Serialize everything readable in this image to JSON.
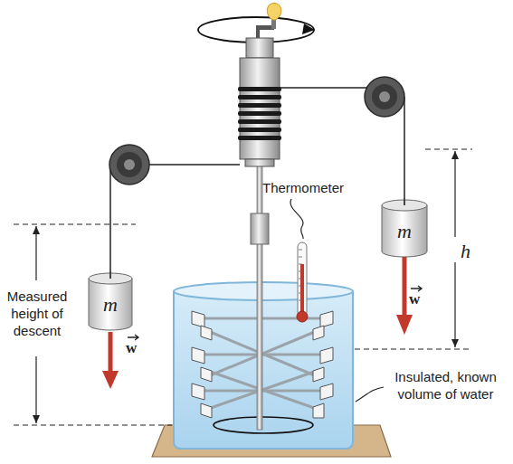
{
  "diagram": {
    "nodes": [
      {
        "text": [
          "m"
        ]
      },
      {
        "text": [
          "m"
        ]
      }
    ],
    "labels": [
      "Thermometer",
      "h",
      "Measured height of descent",
      "w",
      "w",
      "Insulated, known volume of water"
    ]
  }
}
